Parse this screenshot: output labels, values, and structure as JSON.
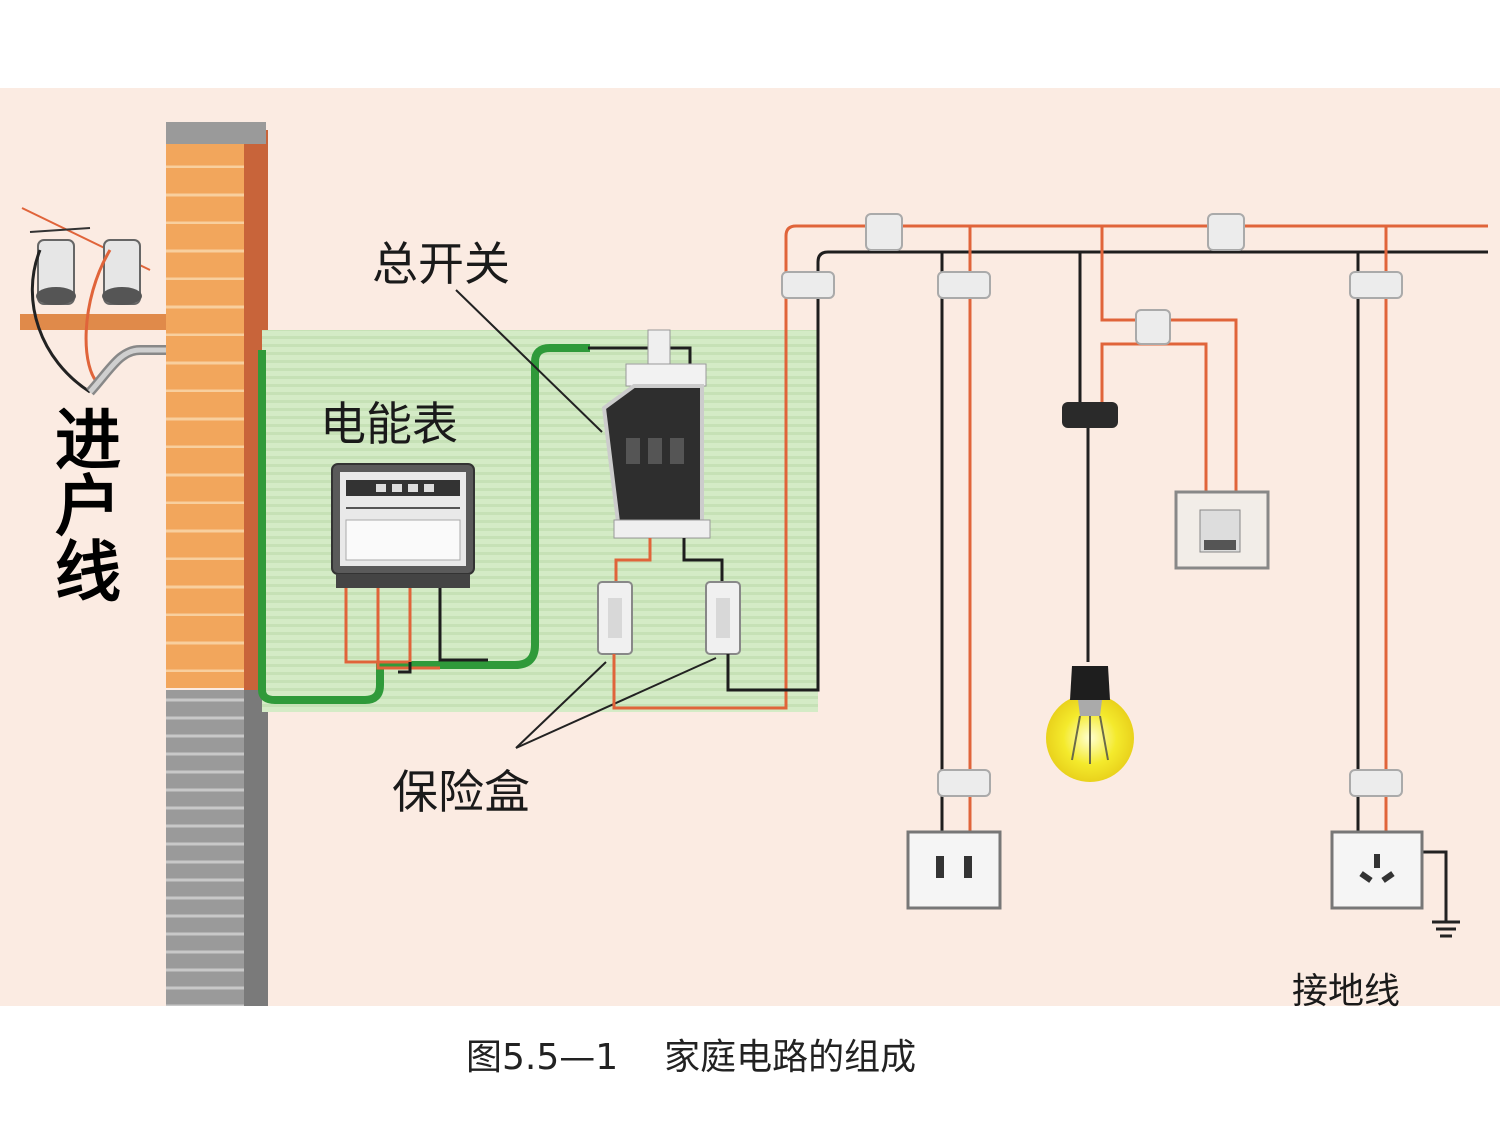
{
  "labels": {
    "entry_line": "进户线",
    "main_switch": "总开关",
    "electric_meter": "电能表",
    "fuse_box": "保险盒",
    "ground_wire": "接地线"
  },
  "caption": {
    "figure_number": "图5.5—1",
    "title": "家庭电路的组成"
  },
  "colors": {
    "background": "#fbebe2",
    "live_wire": "#e0643a",
    "neutral_wire": "#1e1e1e",
    "earth_wire": "#2f9a3a",
    "brick": "#f1a35a",
    "panel": "#cfe7c0",
    "bulb_glow": "#f4ea2c"
  }
}
